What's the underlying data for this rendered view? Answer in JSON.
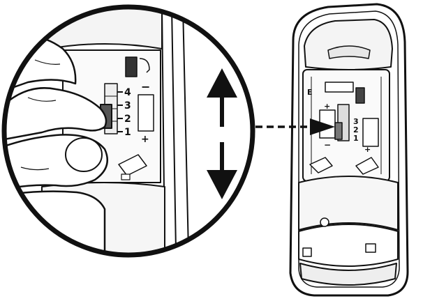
{
  "zoom_view": {
    "position_labels": [
      "4",
      "3",
      "2",
      "1"
    ],
    "minus_sign": "−",
    "plus_sign": "+"
  },
  "device_view": {
    "position_labels": [
      "3",
      "2",
      "1"
    ],
    "top_label": "E",
    "plus_sign": "+",
    "minus_sign": "−"
  }
}
